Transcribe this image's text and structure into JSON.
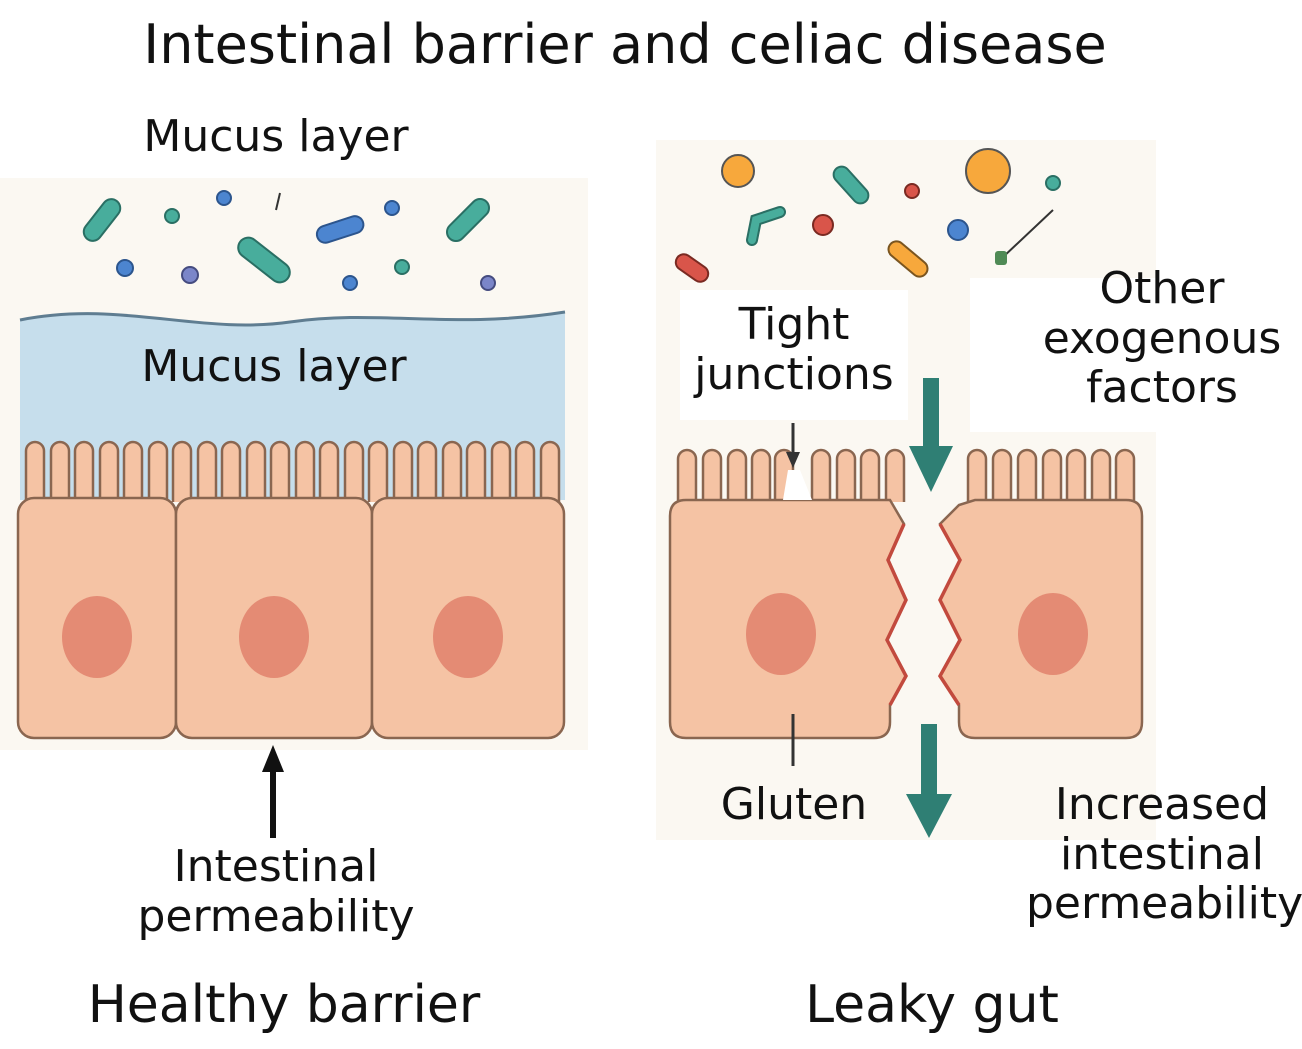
{
  "title": "Intestinal barrier and celiac disease",
  "healthy": {
    "top_label": "Mucus layer",
    "mucus_label": "Mucus layer",
    "arrow_label_1": "Intestinal",
    "arrow_label_2": "permeability",
    "caption": "Healthy barrier"
  },
  "leaky": {
    "tj_label_1": "Tight",
    "tj_label_2": "junctions",
    "other_label_1": "Other",
    "other_label_2": "exogenous",
    "other_label_3": "factors",
    "gluten_label": "Gluten",
    "increased_label_1": "Increased",
    "increased_label_2": "intestinal",
    "increased_label_3": "permeability",
    "caption": "Leaky gut"
  },
  "colors": {
    "mucus": "#c6deec",
    "cell_fill": "#f5c3a4",
    "cell_stroke": "#8a6650",
    "nucleus": "#e48b74",
    "arrow": "#2f7f74",
    "breach": "#c24a3e",
    "bacteria_teal": "#48ad9c",
    "bacteria_blue": "#4c85d0",
    "particle_orange": "#f7a83c",
    "particle_red": "#d9554a"
  }
}
